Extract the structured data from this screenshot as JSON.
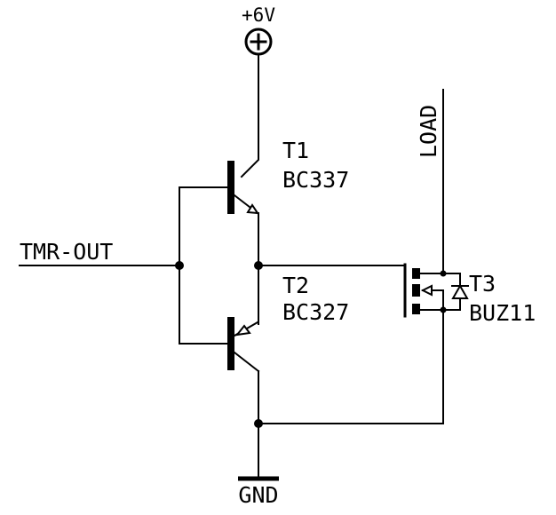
{
  "supply": {
    "label": "+6V",
    "symbol": "plus-circle-icon"
  },
  "ground": {
    "label": "GND"
  },
  "input": {
    "label": "TMR-OUT"
  },
  "load": {
    "label": "LOAD"
  },
  "components": {
    "t1": {
      "ref": "T1",
      "part": "BC337"
    },
    "t2": {
      "ref": "T2",
      "part": "BC327"
    },
    "t3": {
      "ref": "T3",
      "part": "BUZ11"
    }
  },
  "colors": {
    "ink": "#000000",
    "background": "#ffffff"
  }
}
